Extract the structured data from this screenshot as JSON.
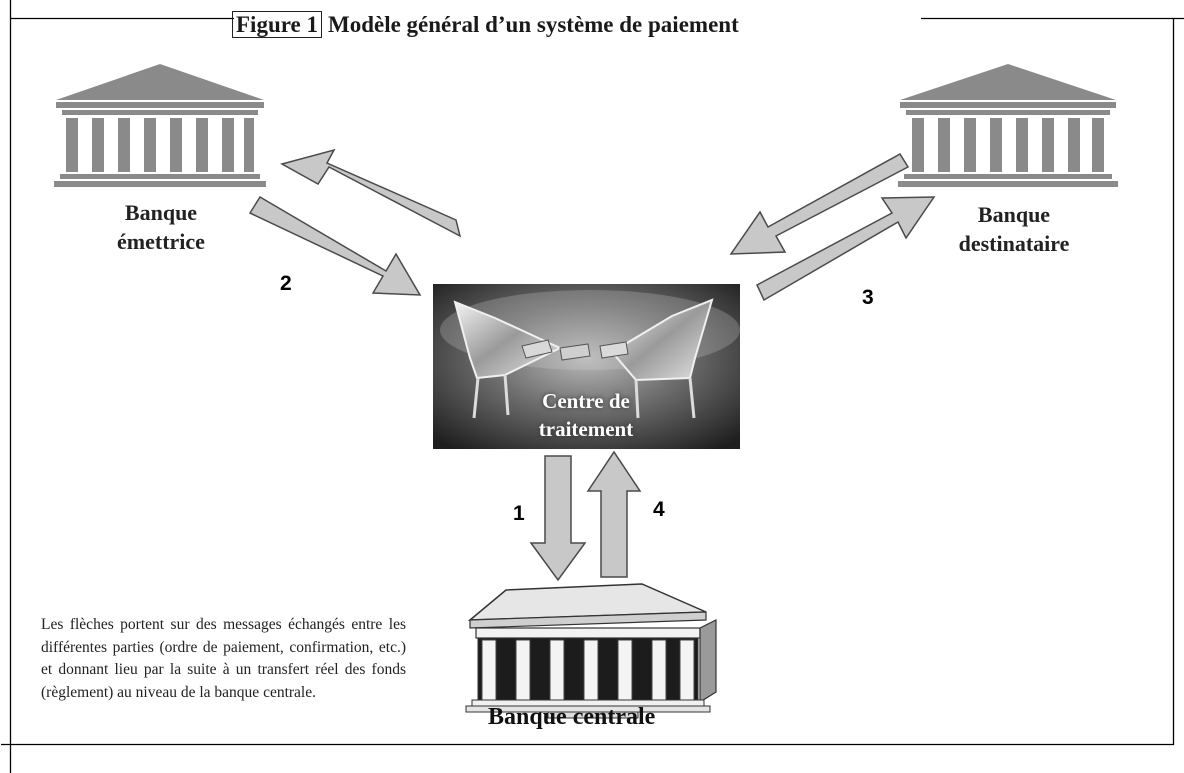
{
  "figure": {
    "number_label": "Figure 1",
    "title": "Modèle général d’un système de paiement"
  },
  "nodes": {
    "issuing_bank": {
      "line1": "Banque",
      "line2": "émettrice"
    },
    "destination_bank": {
      "line1": "Banque",
      "line2": "destinataire"
    },
    "processing_center": {
      "line1": "Centre de",
      "line2": "traitement"
    },
    "central_bank": {
      "label": "Banque centrale"
    }
  },
  "flows": [
    {
      "label": "1",
      "from": "Centre de traitement",
      "to": "Banque centrale"
    },
    {
      "label": "2",
      "from": "Banque émettrice",
      "to": "Centre de traitement"
    },
    {
      "label": "3",
      "from": "Centre de traitement",
      "to": "Banque destinataire"
    },
    {
      "label": "4",
      "from": "Banque centrale",
      "to": "Centre de traitement"
    }
  ],
  "note": {
    "text": "Les flèches portent sur des messages échangés entre les différentes parties (ordre de paiement, confirmation, etc.) et donnant lieu par la suite à un transfert réel des fonds (règlement) au niveau de la banque centrale."
  },
  "colors": {
    "arrow_fill": "#c8c8c8",
    "arrow_stroke": "#4a4a4a",
    "bank_icon": "#8a8a8a",
    "frame": "#000000"
  }
}
